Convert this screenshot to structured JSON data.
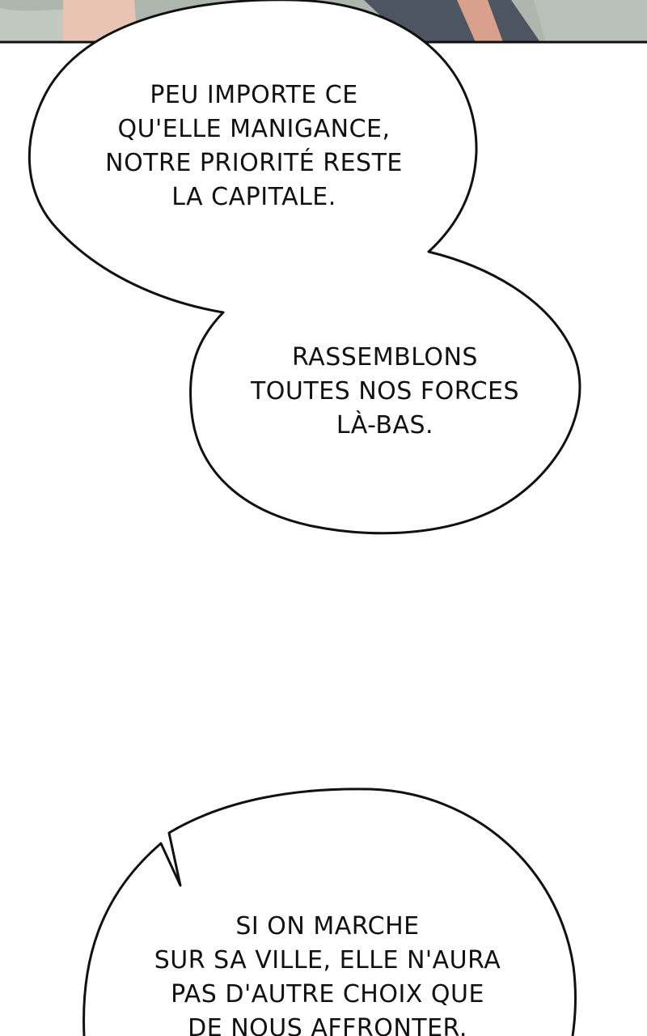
{
  "comic_panel": {
    "bubbles": [
      {
        "lines": [
          "PEU IMPORTE CE",
          "QU'ELLE MANIGANCE,",
          "NOTRE PRIORITÉ RESTE",
          "LA CAPITALE."
        ]
      },
      {
        "lines": [
          "RASSEMBLONS",
          "TOUTES NOS FORCES",
          "LÀ-BAS."
        ]
      },
      {
        "lines": [
          "SI ON MARCHE",
          "SUR SA VILLE, ELLE N'AURA",
          "PAS D'AUTRE CHOIX QUE",
          "DE NOUS AFFRONTER."
        ]
      }
    ]
  },
  "colors": {
    "background": "#ffffff",
    "outline": "#111111",
    "top_art_stone": "#aeb7ae",
    "top_art_skin": "#e9c4b5",
    "top_art_cloth": "#4d5563"
  }
}
